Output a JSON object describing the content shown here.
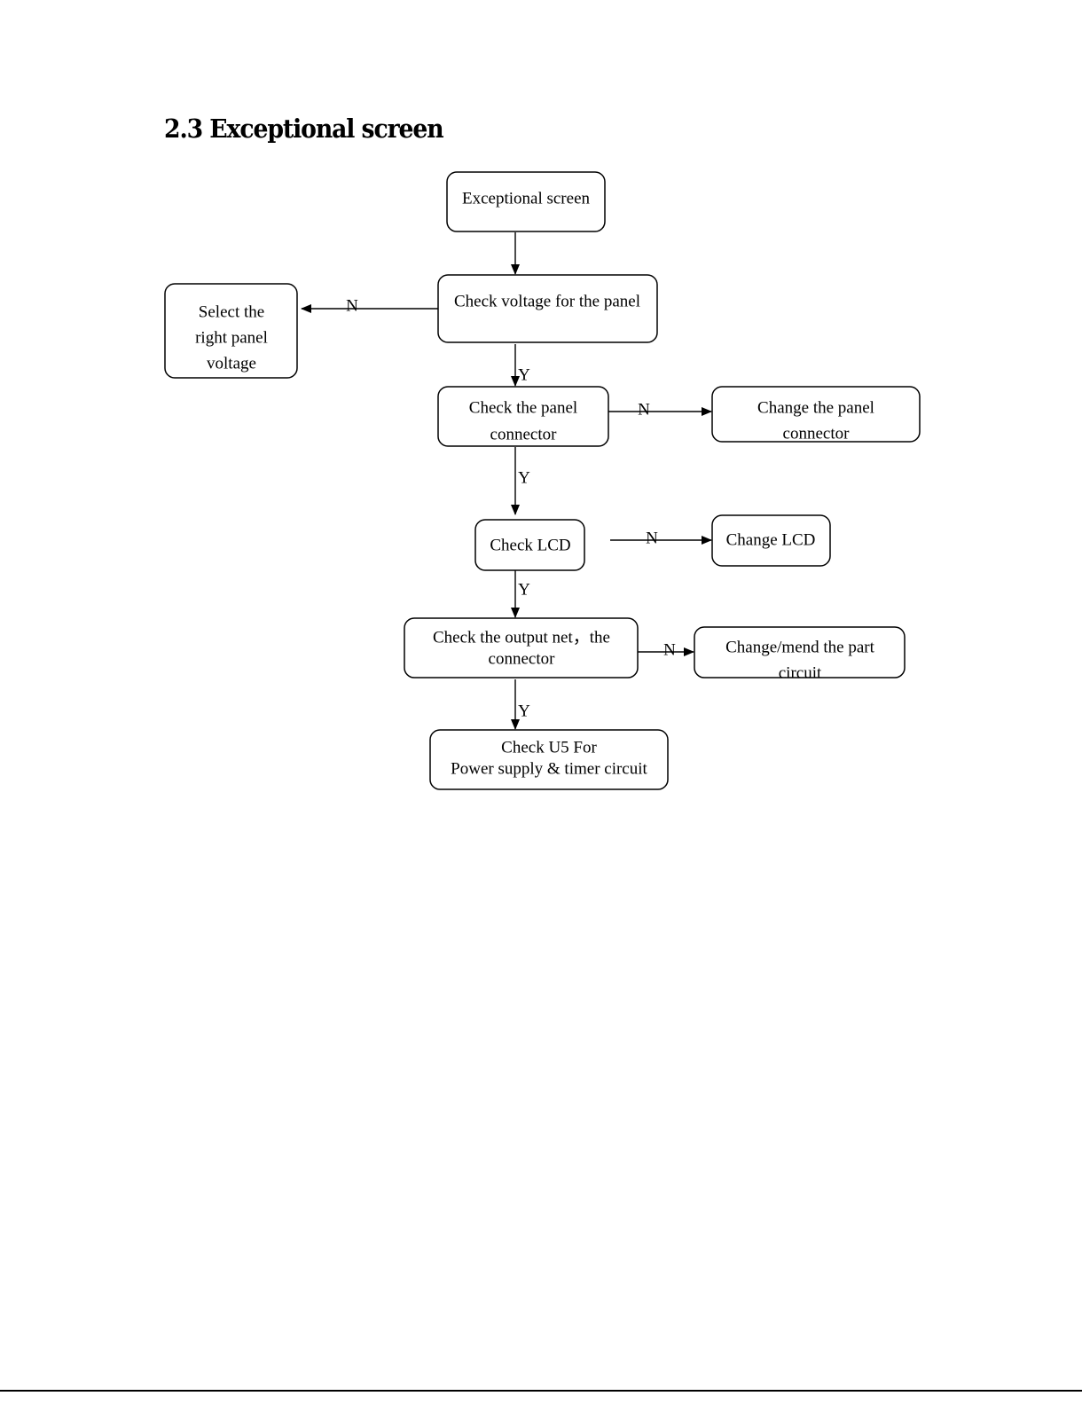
{
  "section_title": "2.3 Exceptional screen",
  "flowchart": {
    "nodes": {
      "start": [
        "Exceptional screen"
      ],
      "check_voltage": [
        "Check voltage for the panel"
      ],
      "select_voltage": [
        "Select the",
        "right panel",
        "voltage"
      ],
      "check_connector": [
        "Check the panel",
        "connector"
      ],
      "change_connector": [
        "Change the panel",
        "connector"
      ],
      "check_lcd": [
        "Check LCD"
      ],
      "change_lcd": [
        "Change LCD"
      ],
      "check_output": [
        "Check the output net，the",
        "connector"
      ],
      "change_mend": [
        "Change/mend the part",
        "circuit"
      ],
      "check_u5": [
        "Check U5 For",
        "Power supply & timer circuit"
      ]
    },
    "edges": [
      {
        "id": "start-to-voltage",
        "from": "start",
        "to": "check_voltage",
        "label": ""
      },
      {
        "id": "voltage-to-select",
        "from": "check_voltage",
        "to": "select_voltage",
        "label": "N"
      },
      {
        "id": "voltage-to-connector",
        "from": "check_voltage",
        "to": "check_connector",
        "label": "Y"
      },
      {
        "id": "connector-to-change",
        "from": "check_connector",
        "to": "change_connector",
        "label": "N"
      },
      {
        "id": "connector-to-lcd",
        "from": "check_connector",
        "to": "check_lcd",
        "label": "Y"
      },
      {
        "id": "lcd-to-change",
        "from": "check_lcd",
        "to": "change_lcd",
        "label": "N"
      },
      {
        "id": "lcd-to-output",
        "from": "check_lcd",
        "to": "check_output",
        "label": "Y"
      },
      {
        "id": "output-to-mend",
        "from": "check_output",
        "to": "change_mend",
        "label": "N"
      },
      {
        "id": "output-to-u5",
        "from": "check_output",
        "to": "check_u5",
        "label": "Y"
      }
    ]
  }
}
